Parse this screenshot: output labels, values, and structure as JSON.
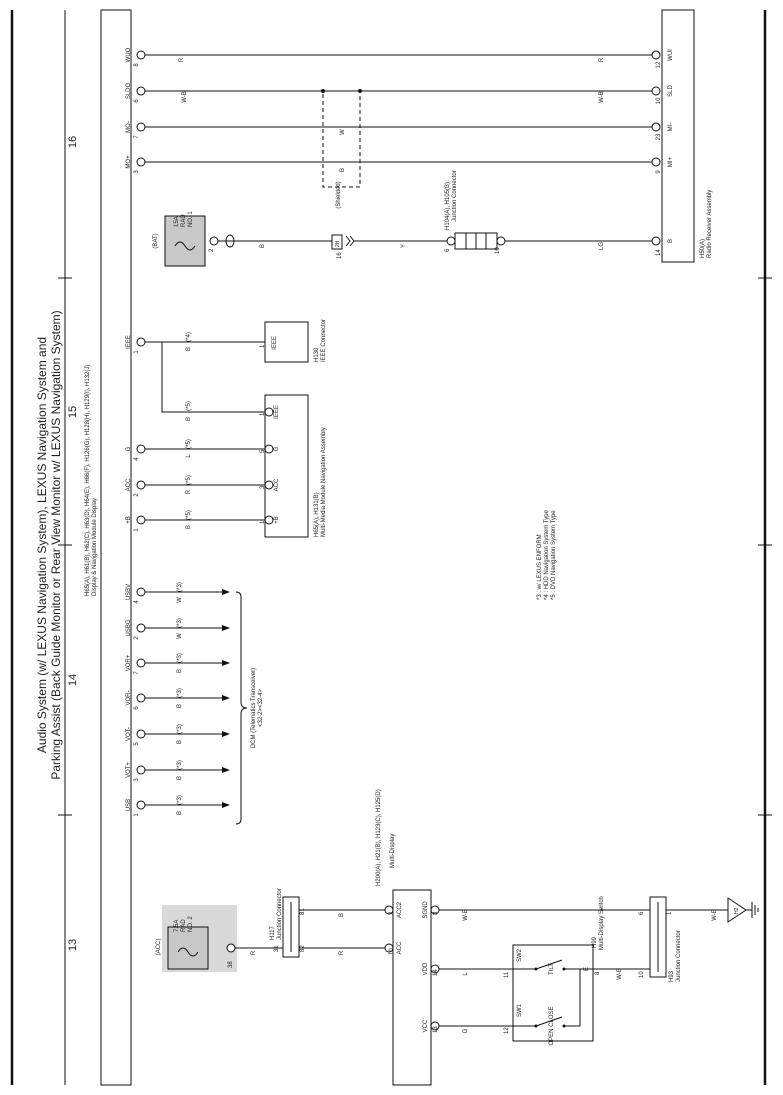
{
  "title": {
    "line1": "Audio System (w/ LEXUS Navigation System), LEXUS Navigation System and",
    "line2": "Parking Assist (Back Guide Monitor or Rear View Monitor w/ LEXUS Navigation System)"
  },
  "sections": [
    "13",
    "14",
    "15",
    "16"
  ],
  "left_connector": {
    "code": "H65(A), H61(B), H62(C), H63(D), H64(E), H66(F), H126(G), H128(H), H129(I), H132(J)",
    "name": "Display & Navigation Module Display",
    "pins": [
      {
        "num": "3",
        "label": "MO+",
        "wire": "B"
      },
      {
        "num": "7",
        "label": "MO-",
        "wire": "W"
      },
      {
        "num": "6",
        "label": "SLDO",
        "wire": "W-B"
      },
      {
        "num": "8",
        "label": "WUO",
        "wire": "R"
      },
      {
        "num": "1",
        "label": "IEEE",
        "wire": "B"
      },
      {
        "num": "4",
        "label": "G",
        "wire": "L"
      },
      {
        "num": "2",
        "label": "ACC",
        "wire": "R"
      },
      {
        "num": "1",
        "label": "+B",
        "wire": "B"
      },
      {
        "num": "4",
        "label": "USBV",
        "wire": "W"
      },
      {
        "num": "2",
        "label": "USBG",
        "wire": "W"
      },
      {
        "num": "7",
        "label": "VOR+",
        "wire": "B"
      },
      {
        "num": "6",
        "label": "VOR-",
        "wire": "B"
      },
      {
        "num": "5",
        "label": "VOT-",
        "wire": "B"
      },
      {
        "num": "3",
        "label": "VOT+",
        "wire": "B"
      },
      {
        "num": "1",
        "label": "USB",
        "wire": "B"
      }
    ]
  },
  "notes": {
    "n3": "(*3)",
    "n4": "(*4)",
    "n5": "(*5)",
    "legend": [
      "*3 : w/ LEXUS ENFORM",
      "*4 : HDD Navigation System Type",
      "*5 : DVD Navigation System Type"
    ]
  },
  "radio": {
    "code": "H50(A)",
    "name": "Radio Receiver Assembly",
    "pins": [
      {
        "num": "9",
        "label": "MI+"
      },
      {
        "num": "23",
        "label": "MI-"
      },
      {
        "num": "10",
        "label": "SLD"
      },
      {
        "num": "12",
        "label": "WUI"
      },
      {
        "num": "14",
        "label": "B"
      }
    ]
  },
  "shielded": "(Shielded)",
  "bat_fuse": {
    "src": "(BAT)",
    "rating": "15A",
    "name": "RAD",
    "no": "NO. 1",
    "pin": "2"
  },
  "junction1": {
    "code": "H104(A), H105(B)",
    "name": "Junction Connector",
    "p1": "6",
    "p2": "10"
  },
  "j_box": {
    "label": "2H",
    "pin": "16"
  },
  "wire_bat": {
    "w1": "B",
    "w2": "Y",
    "w3": "LG"
  },
  "ieee_conn": {
    "code": "H130",
    "name": "IEEE Connector",
    "label": "IEEE",
    "pin": "1"
  },
  "mm_module": {
    "code": "H65(A), H131(B)",
    "name": "Multi-Media Module Navigation Assembly",
    "pins": [
      {
        "num": "1",
        "label": "IEEE"
      },
      {
        "num": "5",
        "label": "G"
      },
      {
        "num": "3",
        "label": "ACC"
      },
      {
        "num": "1",
        "label": "+B"
      }
    ]
  },
  "dcm": {
    "name": "DCM (Telematics Transceiver)",
    "refs": "<32-2><32-4>"
  },
  "acc_fuse": {
    "src": "(ACC)",
    "rating": "7.5A",
    "name": "RAD",
    "no": "NO. 2",
    "pin": "38"
  },
  "h117": {
    "code": "H117",
    "name": "Junction Connector",
    "p31": "31",
    "p81": "81",
    "p82": "82"
  },
  "multi_display": {
    "code": "H200(A), H21(B), H123(C), H125(D)",
    "name": "Multi-Display",
    "pins": [
      {
        "num": "2",
        "label": "ACC2"
      },
      {
        "num": "10",
        "label": "ACC"
      },
      {
        "num": "3",
        "label": "SGND"
      },
      {
        "num": "14",
        "label": "VDD"
      },
      {
        "num": "13",
        "label": "VCC"
      }
    ]
  },
  "md_switch": {
    "code": "H99",
    "name": "Multi-Display Switch",
    "sw1": "SW1",
    "sw2": "SW2",
    "e": "E",
    "tilt": "TILT",
    "openclose": "OPEN\nCLOSE",
    "p11": "11",
    "p12": "12",
    "p8": "8"
  },
  "h93": {
    "code": "H93",
    "name": "Junction Connector",
    "p6": "6",
    "p10": "10",
    "p1": "1"
  },
  "ground": {
    "code": "H2"
  },
  "wires_bottom": {
    "acc2": "B",
    "acc": "R",
    "r": "R",
    "sgnd": "W-B",
    "vdd": "L",
    "vcc": "G",
    "e": "W-B",
    "gnd": "W-B"
  }
}
